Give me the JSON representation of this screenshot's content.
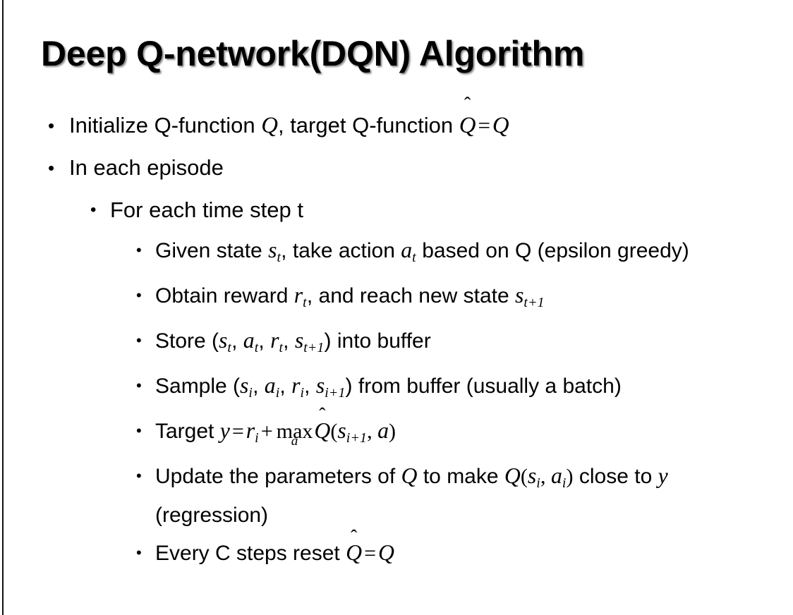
{
  "slide": {
    "title": "Deep Q-network(DQN) Algorithm",
    "background_color": "#ffffff",
    "text_color": "#000000",
    "edge_rule_color": "#111111",
    "title_shadow_color": "#5a5a5a"
  },
  "bullets": {
    "b1": {
      "level": 1,
      "marker": "•",
      "prefix": "Initialize Q-function ",
      "var_q1": "Q",
      "mid": ", target Q-function ",
      "hat_q": "Q",
      "hat_mark": "̂",
      "equals": "=",
      "var_q2": "Q"
    },
    "b2": {
      "level": 1,
      "marker": "•",
      "text": "In each episode"
    },
    "b3": {
      "level": 2,
      "marker": "•",
      "text": "For each time step t"
    },
    "b4": {
      "level": 3,
      "marker": "•",
      "p1": "Given state ",
      "s": "s",
      "s_sub": "t",
      "p2": ", take action ",
      "a": "a",
      "a_sub": "t",
      "p3": " based on Q (epsilon greedy)"
    },
    "b5": {
      "level": 3,
      "marker": "•",
      "p1": "Obtain reward ",
      "r": "r",
      "r_sub": "t",
      "p2": ", and reach new state ",
      "s": "s",
      "s_sub": "t+1"
    },
    "b6": {
      "level": 3,
      "marker": "•",
      "p1": "Store (",
      "s1": "s",
      "s1_sub": "t",
      "c1": ", ",
      "a1": "a",
      "a1_sub": "t",
      "c2": ", ",
      "r1": "r",
      "r1_sub": "t",
      "c3": ", ",
      "s2": "s",
      "s2_sub": "t+1",
      "p2": ") into buffer"
    },
    "b7": {
      "level": 3,
      "marker": "•",
      "p1": "Sample (",
      "s1": "s",
      "s1_sub": "i",
      "c1": ", ",
      "a1": "a",
      "a1_sub": "i",
      "c2": ", ",
      "r1": "r",
      "r1_sub": "i",
      "c3": ", ",
      "s2": "s",
      "s2_sub": "i+1",
      "p2": ") from buffer (usually a batch)"
    },
    "b8": {
      "level": 3,
      "marker": "•",
      "p1": "Target ",
      "y": "y",
      "eq": "=",
      "r": "r",
      "r_sub": "i",
      "plus": "+",
      "op": "max",
      "op_under": "a",
      "hat_q": "Q",
      "hat_mark": "̂",
      "open": "(",
      "s": "s",
      "s_sub": "i+1",
      "comma": ", ",
      "a": "a",
      "close": ")"
    },
    "b9": {
      "level": 3,
      "marker": "•",
      "p1": "Update the parameters of ",
      "q1": "Q",
      "p2": " to make ",
      "q2": "Q",
      "open": "(",
      "s": "s",
      "s_sub": "i",
      "comma": ", ",
      "a": "a",
      "a_sub": "i",
      "close": ")",
      "p3": " close to ",
      "y": "y",
      "p4": " (regression)"
    },
    "b10": {
      "level": 3,
      "marker": "•",
      "p1": "Every C steps reset ",
      "hat_q": "Q",
      "hat_mark": "̂",
      "eq": "=",
      "q": "Q"
    }
  }
}
